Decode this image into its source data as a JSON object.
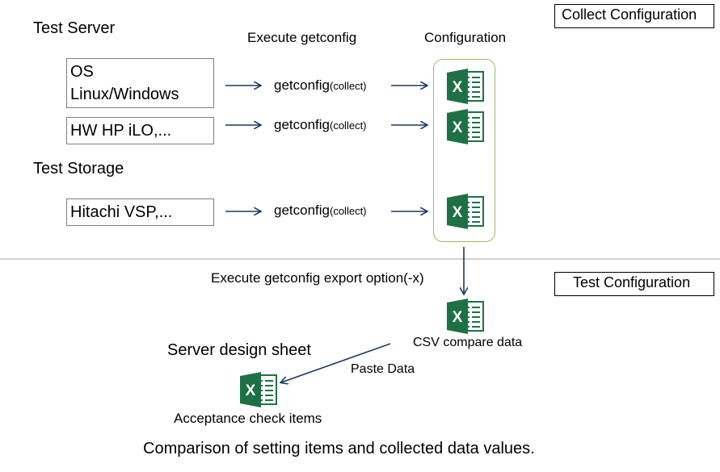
{
  "labels": {
    "collect_configuration": "Collect Configuration",
    "test_configuration": "Test Configuration",
    "test_server": "Test Server",
    "test_storage": "Test Storage",
    "execute_getconfig": "Execute getconfig",
    "configuration": "Configuration",
    "execute_export": "Execute getconfig export option(-x)",
    "csv_compare_data": "CSV compare data",
    "server_design_sheet": "Server design sheet",
    "paste_data": "Paste Data",
    "acceptance_check_items": "Acceptance check items",
    "footer": "Comparison of setting items and collected data values."
  },
  "sources": [
    {
      "line1": "OS",
      "line2": "Linux/Windows"
    },
    {
      "line1": "HW HP iLO,...",
      "line2": ""
    },
    {
      "line1": "Hitachi VSP,...",
      "line2": ""
    }
  ],
  "getconfig": {
    "cmd": "getconfig",
    "arg": "(collect)"
  },
  "icons": {
    "excel": "excel-icon",
    "arrow": "arrow-right-icon"
  },
  "colors": {
    "arrow": "#1f3864",
    "excel_green": "#1e7145",
    "panel_border": "#a8b36a",
    "divider": "#bfbfbf"
  }
}
